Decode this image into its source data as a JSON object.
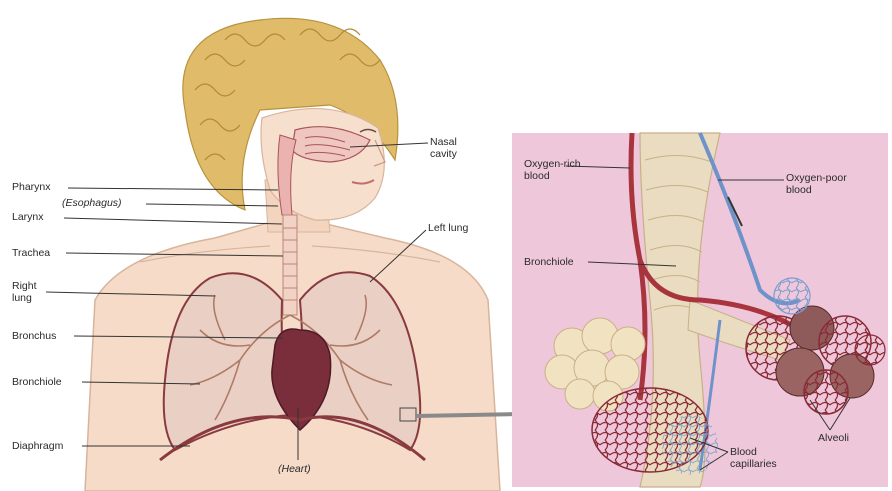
{
  "left_panel": {
    "labels": {
      "pharynx": "Pharynx",
      "esophagus": "(Esophagus)",
      "larynx": "Larynx",
      "trachea": "Trachea",
      "right_lung": "Right lung",
      "bronchus": "Bronchus",
      "bronchiole": "Bronchiole",
      "diaphragm": "Diaphragm",
      "nasal_cavity": "Nasal cavity",
      "left_lung": "Left lung",
      "heart": "(Heart)"
    }
  },
  "right_panel": {
    "background": "#eec8da",
    "labels": {
      "oxygen_rich": "Oxygen-rich blood",
      "oxygen_poor": "Oxygen-poor blood",
      "bronchiole": "Bronchiole",
      "alveoli": "Alveoli",
      "capillaries": "Blood capillaries"
    }
  },
  "colors": {
    "skin": "#f6dcc8",
    "hair": "#e0bc6a",
    "lung": "#d9b7a8",
    "heart": "#7a2e3c",
    "artery": "#a8343e",
    "vein": "#6f93c9",
    "arrow": "#8a8a8a"
  }
}
